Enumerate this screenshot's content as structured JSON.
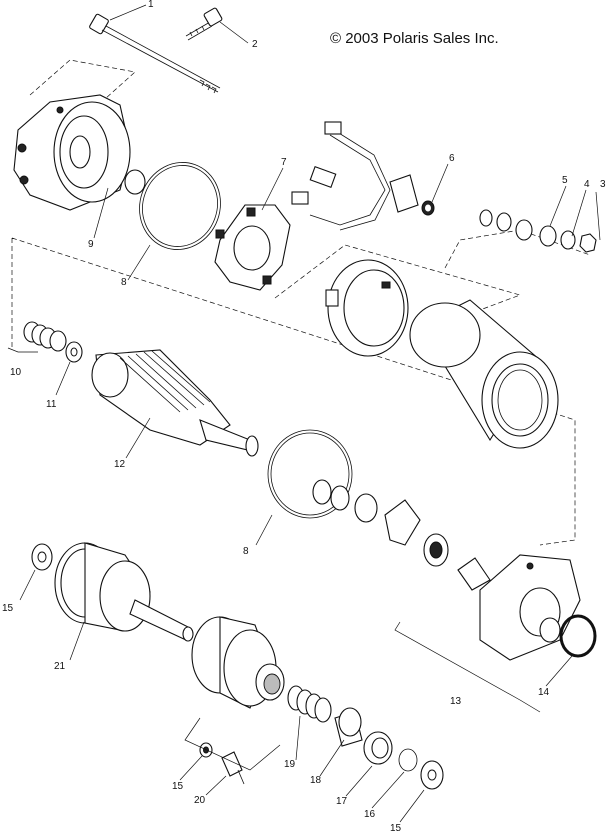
{
  "copyright": "© 2003 Polaris Sales Inc.",
  "callouts": [
    "1",
    "2",
    "3",
    "4",
    "5",
    "6",
    "7",
    "8",
    "9",
    "10",
    "11",
    "12",
    "13",
    "14",
    "15",
    "15",
    "15",
    "16",
    "17",
    "18",
    "19",
    "20",
    "21",
    "8"
  ]
}
